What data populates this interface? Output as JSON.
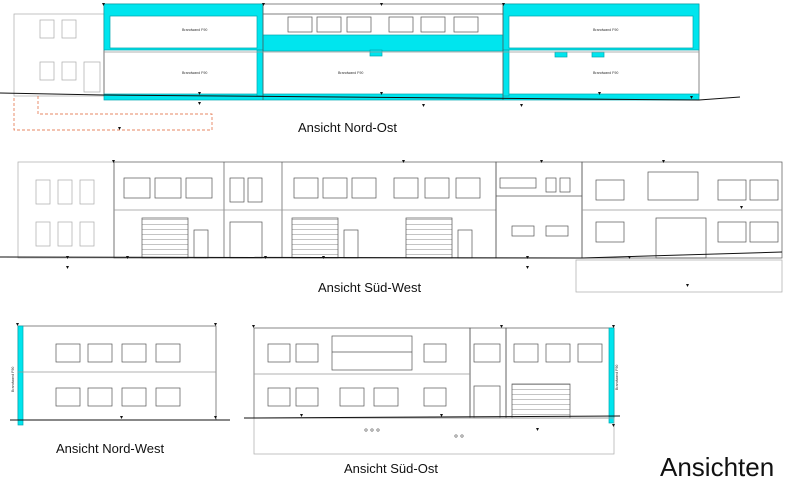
{
  "sheet_title": "Ansichten",
  "elevations": {
    "nord_ost": {
      "label": "Ansicht Nord-Ost",
      "wall_labels": [
        "Brandwand F90",
        "Brandwand F90",
        "Brandwand F90",
        "Brandwand F90",
        "Brandwand F90"
      ]
    },
    "sued_west": {
      "label": "Ansicht Süd-West"
    },
    "nord_west": {
      "label": "Ansicht Nord-West",
      "wall_label": "Brandwand F90"
    },
    "sued_ost": {
      "label": "Ansicht Süd-Ost",
      "wall_label": "Brandwand F90"
    }
  },
  "colors": {
    "fire_wall": "#00e5ee",
    "line": "#555555",
    "light_line": "#9a9a9a",
    "ground": "#111111",
    "dashed": "#e06030",
    "background": "#ffffff"
  }
}
